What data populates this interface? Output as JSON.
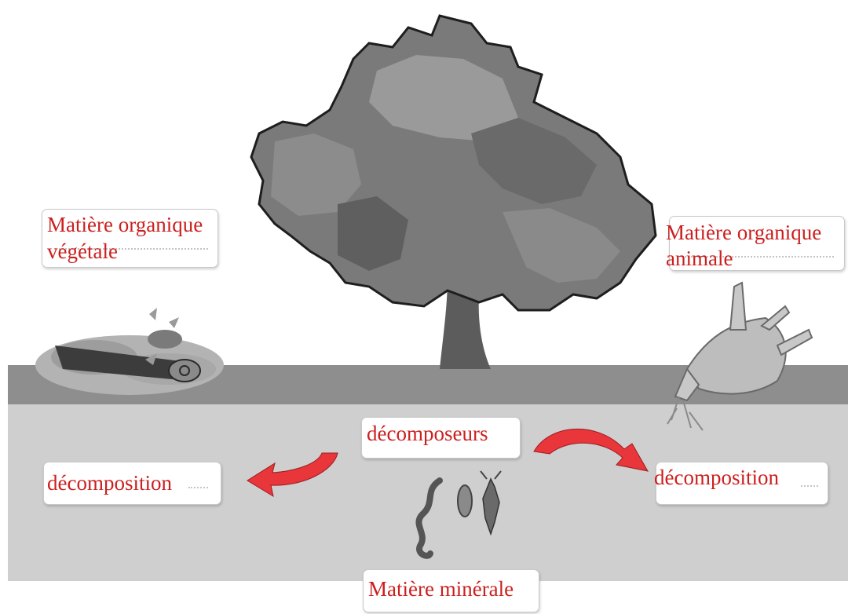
{
  "labels": {
    "vegetal_line1": "Matière organique",
    "vegetal_line2": "végétale",
    "animal_line1": "Matière organique",
    "animal_line2": "animale",
    "decomposers": "décomposeurs",
    "decomposition_left": "décomposition",
    "decomposition_right": "décomposition",
    "mineral": "Matière minérale"
  },
  "colors": {
    "label_text": "#cc1f1f",
    "arrow": "#e8363a",
    "ground_top": "#8d8d8d",
    "soil": "#cdcdcd"
  },
  "icons": {
    "tree": "tree-illustration",
    "leaf_litter": "leaf-litter-log-illustration",
    "deer": "dead-deer-illustration",
    "soil_organisms": "decomposer-organisms-illustration"
  }
}
